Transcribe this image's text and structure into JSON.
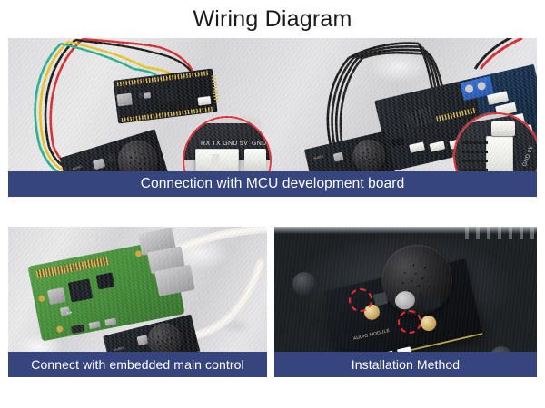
{
  "page": {
    "title": "Wiring Diagram",
    "background_color": "#ffffff",
    "caption_bar_color": "#37457f",
    "caption_text_color": "#ffffff",
    "highlight_color": "#e8232a"
  },
  "panels": [
    {
      "id": "mcu-development-board",
      "caption": "Connection with MCU development board",
      "position": "top-full-width",
      "scene": "Audio speaker / buzzer module wired with a 4-pin colored cable (green, yellow, black, red) to an MCU development board on a grey concrete surface, plus a second view of the module connected to a black and blue expansion board.",
      "inset_labels": [
        "RX",
        "TX",
        "GND",
        "5V"
      ],
      "inset_label_groups": [
        "RX TX GND 5V",
        "GND/5V"
      ],
      "wire_colors": [
        "#1fae8f",
        "#e8c21d",
        "#141414",
        "#d4272a"
      ]
    },
    {
      "id": "embedded-main-control",
      "caption": "Connect with embedded main control",
      "position": "bottom-left",
      "scene": "Green Raspberry Pi single board computer beside the black speaker module, joined by a white USB cable, on a grey concrete surface."
    },
    {
      "id": "installation-method",
      "caption": "Installation Method",
      "position": "bottom-right",
      "scene": "Speaker module mounted on a black acrylic base plate with two mounting screws highlighted by red dashed circles.",
      "highlight_count": 2,
      "highlight_style": "red-dashed-circle"
    }
  ]
}
